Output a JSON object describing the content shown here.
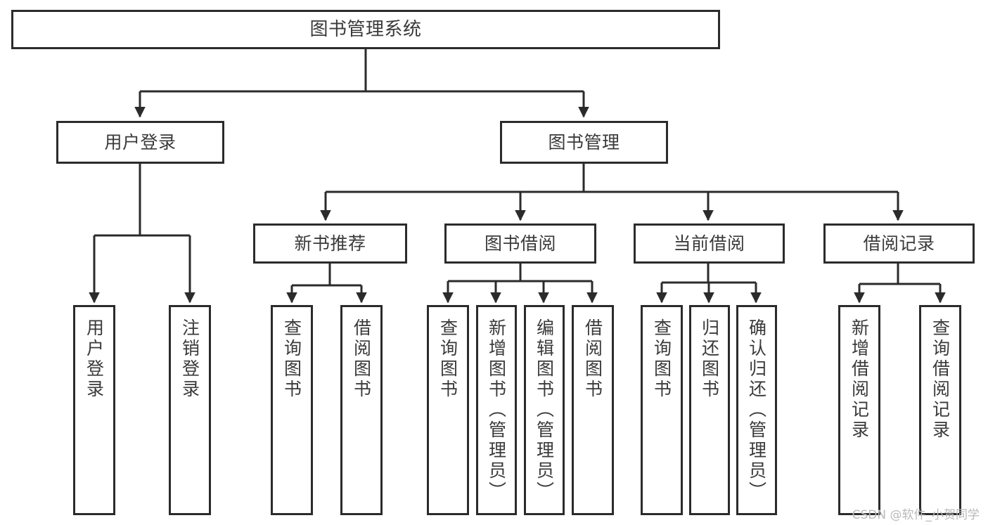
{
  "diagram": {
    "title": "图书管理系统",
    "type": "tree-hierarchy-chart",
    "colors": {
      "background": "#ffffff",
      "border": "#2b2b2b",
      "text": "#3a3a3a",
      "connector": "#2b2b2b",
      "watermark": "#b9b9b9"
    },
    "levels": {
      "root": {
        "label": "图书管理系统"
      },
      "level2": [
        {
          "label": "用户登录"
        },
        {
          "label": "图书管理"
        }
      ],
      "level3": [
        {
          "label": "新书推荐"
        },
        {
          "label": "图书借阅"
        },
        {
          "label": "当前借阅"
        },
        {
          "label": "借阅记录"
        }
      ],
      "leaves": {
        "user_login": [
          {
            "label": "用户登录"
          },
          {
            "label": "注销登录"
          }
        ],
        "new_book_recommend": [
          {
            "label": "查询图书"
          },
          {
            "label": "借阅图书"
          }
        ],
        "book_borrow": [
          {
            "label": "查询图书"
          },
          {
            "label": "新增图书（管理员）"
          },
          {
            "label": "编辑图书（管理员）"
          },
          {
            "label": "借阅图书"
          }
        ],
        "current_borrow": [
          {
            "label": "查询图书"
          },
          {
            "label": "归还图书"
          },
          {
            "label": "确认归还（管理员）"
          }
        ],
        "borrow_record": [
          {
            "label": "新增借阅记录"
          },
          {
            "label": "查询借阅记录"
          }
        ]
      }
    },
    "watermark": "CSDN @软件_小贺同学"
  }
}
